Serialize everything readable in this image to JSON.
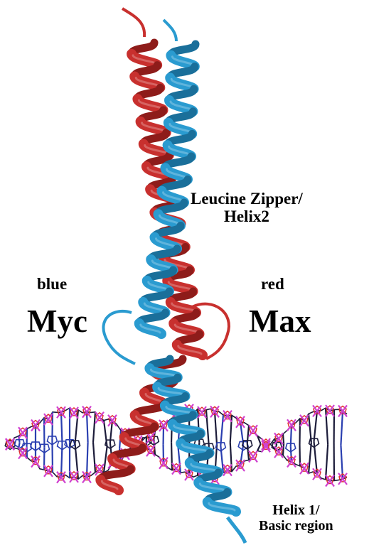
{
  "labels": {
    "zipper_line1": "Leucine Zipper/",
    "zipper_line2": "Helix2",
    "blue": "blue",
    "myc": "Myc",
    "red": "red",
    "max": "Max",
    "helix1_line1": "Helix 1/",
    "helix1_line2": "Basic region"
  },
  "colors": {
    "myc_helix": "#2a9bd0",
    "myc_helix_dark": "#1a6f9a",
    "max_helix": "#c8302e",
    "max_helix_dark": "#8e1c1a",
    "dna_backbone": "#d040d0",
    "dna_base": "#1c1c3a",
    "dna_base_blue": "#2a3fb0",
    "dna_oxygen": "#e03030"
  },
  "icons": {
    "myc_chain": "blue-ribbon-helix",
    "max_chain": "red-ribbon-helix",
    "dna": "dna-stick-model"
  }
}
